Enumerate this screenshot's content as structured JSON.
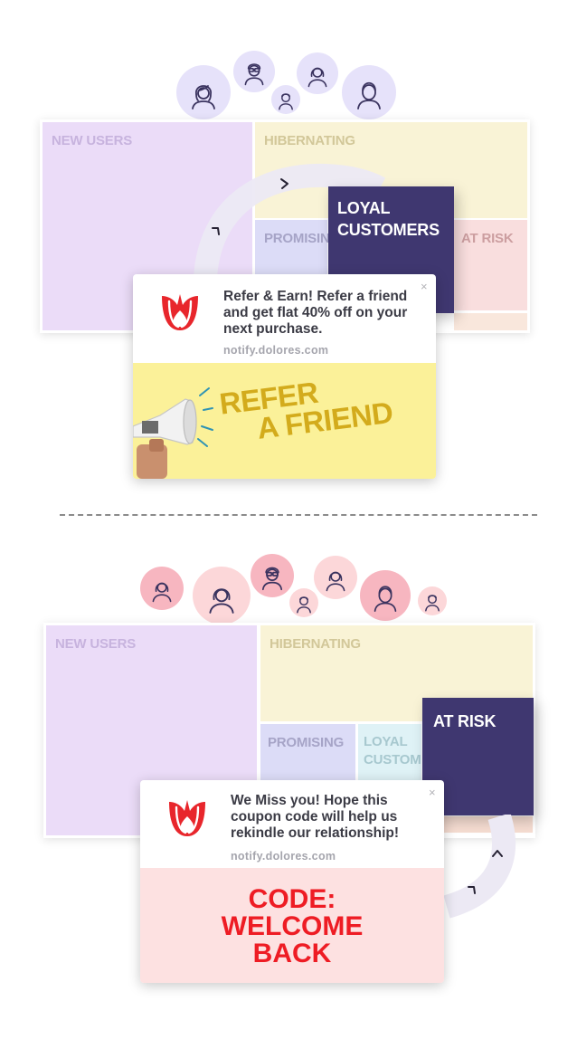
{
  "top": {
    "segments": {
      "new_users": "NEW USERS",
      "hibernating": "HIBERNATING",
      "promising": "PROMISING",
      "at_risk": "AT RISK",
      "highlight": "LOYAL CUSTOMERS"
    },
    "notification": {
      "message": "Refer & Earn! Refer a friend and get flat 40% off on your next purchase.",
      "url": "notify.dolores.com",
      "close": "×",
      "banner_line1": "REFER",
      "banner_line2": "A FRIEND"
    }
  },
  "bottom": {
    "segments": {
      "new_users": "NEW USERS",
      "hibernating": "HIBERNATING",
      "promising": "PROMISING",
      "loyal_line1": "LOYAL",
      "loyal_line2": "CUSTOM",
      "highlight": "AT RISK"
    },
    "notification": {
      "message": "We Miss you! Hope this coupon code will help us rekindle our relationship!",
      "url": "notify.dolores.com",
      "close": "×",
      "code_line1": "CODE:",
      "code_line2": "WELCOME",
      "code_line3": "BACK"
    }
  },
  "colors": {
    "lavender": "#ebdcf8",
    "cream": "#f9f3d6",
    "periwinkle": "#dcdcf7",
    "pink": "#f9dede",
    "navy": "#3f3770",
    "brand_red": "#e8262c",
    "banner_yellow": "#fbf199",
    "banner_text": "#d3ab1c",
    "coupon_bg": "#fde1e1",
    "coupon_text": "#ee1c24"
  },
  "icons": [
    "user-female-icon",
    "user-male-icon",
    "tulip-logo-icon",
    "megaphone-icon",
    "chevron-icon"
  ]
}
